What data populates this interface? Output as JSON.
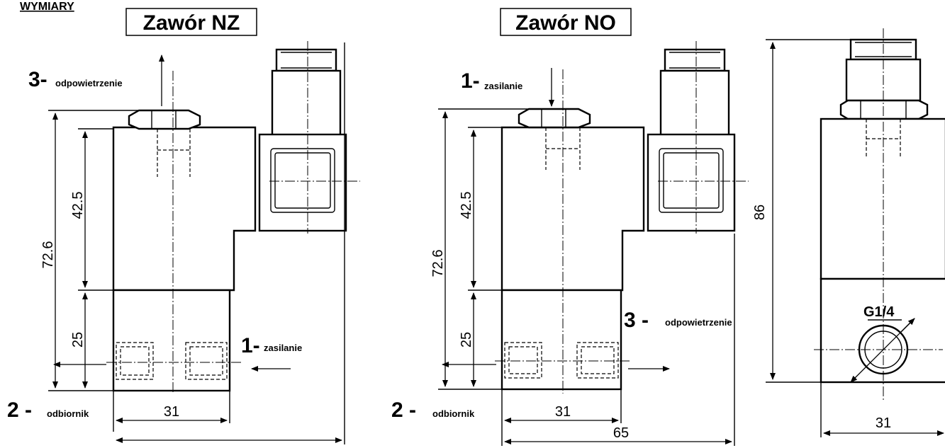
{
  "header": "WYMIARY",
  "views": {
    "nz": {
      "title": "Zawór NZ",
      "port3_num": "3-",
      "port3_label": "odpowietrzenie",
      "port1_num": "1-",
      "port1_label": "zasilanie",
      "port2_num": "2 -",
      "port2_label": "odbiornik",
      "dim_overall_height": "72.6",
      "dim_coil_height": "42.5",
      "dim_body_height": "25",
      "dim_body_width": "31"
    },
    "no": {
      "title": "Zawór NO",
      "port1_num": "1-",
      "port1_label": "zasilanie",
      "port3_num": "3 -",
      "port3_label": "odpowietrzenie",
      "port2_num": "2 -",
      "port2_label": "odbiornik",
      "dim_overall_height": "72.6",
      "dim_coil_height": "42.5",
      "dim_body_height": "25",
      "dim_body_width": "31",
      "dim_total_width": "65"
    },
    "side": {
      "dim_height": "86",
      "thread": "G1/4",
      "dim_width": "31"
    }
  }
}
